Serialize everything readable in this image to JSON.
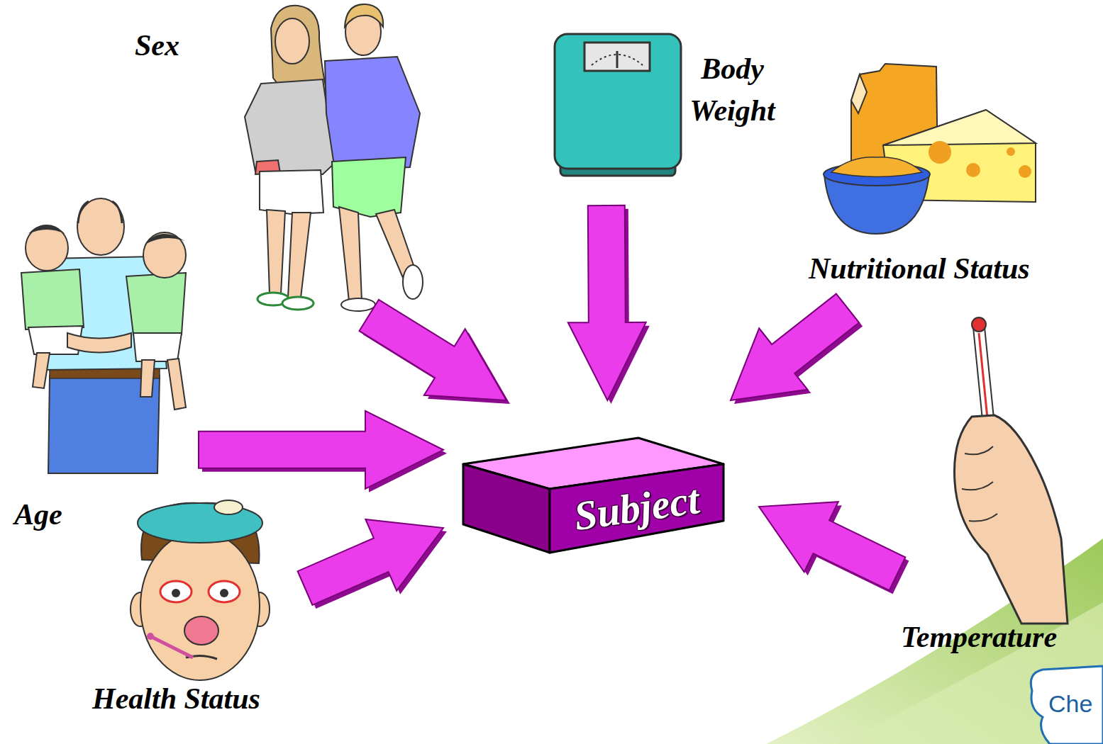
{
  "diagram": {
    "nodes": [
      {
        "text": [
          "Sex"
        ]
      },
      {
        "text": [
          "Body Weight"
        ]
      },
      {
        "text": [
          "Nutritional Status"
        ]
      },
      {
        "text": [
          "Age"
        ]
      },
      {
        "text": [
          "Subject"
        ]
      },
      {
        "text": [
          "Temperature"
        ]
      },
      {
        "text": [
          "Health Status"
        ]
      }
    ],
    "edges": [
      {
        "from": 0,
        "to": 4,
        "arrow": "to"
      },
      {
        "from": 1,
        "to": 4,
        "arrow": "to"
      },
      {
        "from": 2,
        "to": 4,
        "arrow": "to"
      },
      {
        "from": 3,
        "to": 4,
        "arrow": "to"
      },
      {
        "from": 5,
        "to": 4,
        "arrow": "to"
      },
      {
        "from": 6,
        "to": 4,
        "arrow": "to"
      }
    ],
    "labels": [
      "Che"
    ]
  }
}
